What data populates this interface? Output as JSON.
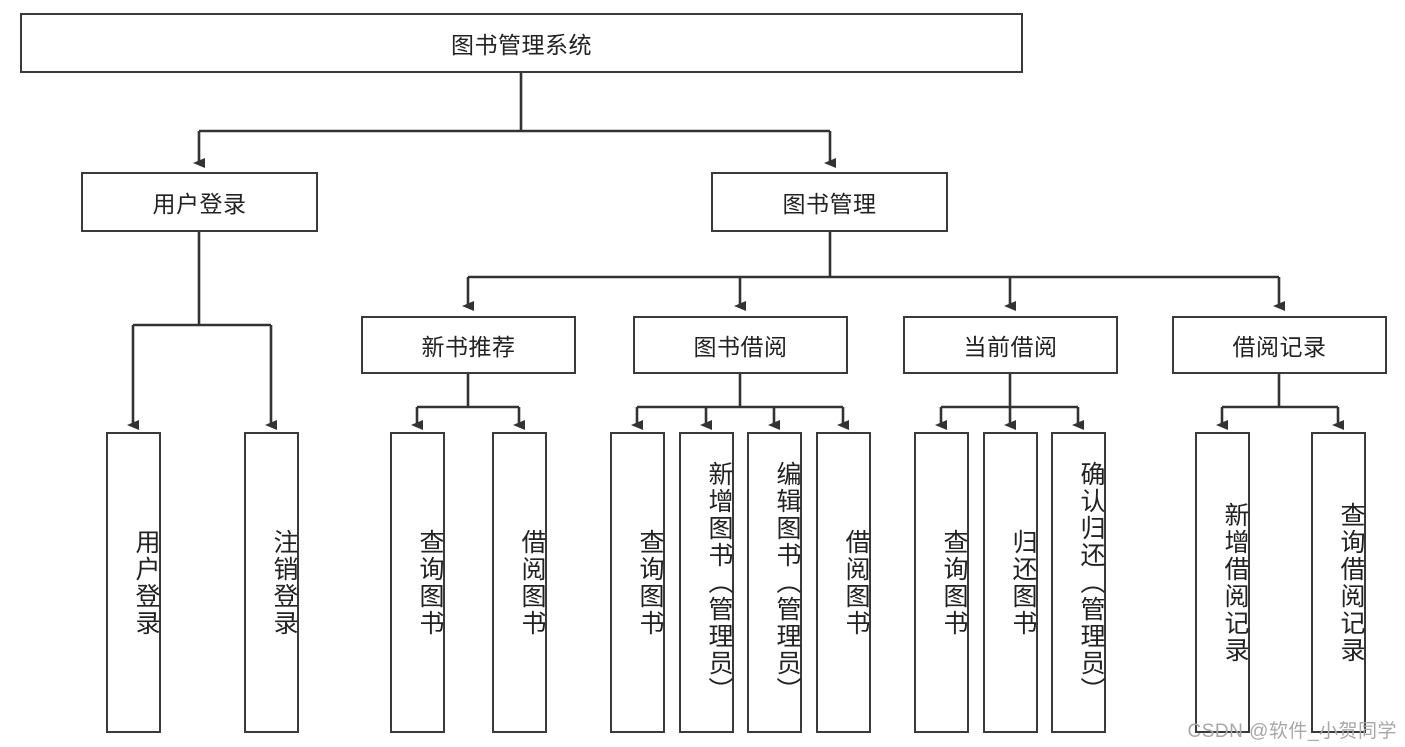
{
  "diagram": {
    "type": "hierarchy-tree",
    "title": "图书管理系统",
    "root": {
      "id": "root",
      "label": "图书管理系统"
    },
    "level2": [
      {
        "id": "user-login",
        "label": "用户登录"
      },
      {
        "id": "book-management",
        "label": "图书管理"
      }
    ],
    "level3": [
      {
        "id": "new-book-recommend",
        "label": "新书推荐"
      },
      {
        "id": "book-borrow",
        "label": "图书借阅"
      },
      {
        "id": "current-borrow",
        "label": "当前借阅"
      },
      {
        "id": "borrow-record",
        "label": "借阅记录"
      }
    ],
    "leaves": [
      {
        "id": "leaf-user-login",
        "label": "用户登录",
        "parent": "user-login"
      },
      {
        "id": "leaf-logout",
        "label": "注销登录",
        "parent": "user-login"
      },
      {
        "id": "leaf-query-book-1",
        "label": "查询图书",
        "parent": "new-book-recommend"
      },
      {
        "id": "leaf-borrow-book-1",
        "label": "借阅图书",
        "parent": "new-book-recommend"
      },
      {
        "id": "leaf-query-book-2",
        "label": "查询图书",
        "parent": "book-borrow"
      },
      {
        "id": "leaf-add-book",
        "label": "新增图书（管理员）",
        "parent": "book-borrow"
      },
      {
        "id": "leaf-edit-book",
        "label": "编辑图书（管理员）",
        "parent": "book-borrow"
      },
      {
        "id": "leaf-borrow-book-2",
        "label": "借阅图书",
        "parent": "book-borrow"
      },
      {
        "id": "leaf-query-book-3",
        "label": "查询图书",
        "parent": "current-borrow"
      },
      {
        "id": "leaf-return-book",
        "label": "归还图书",
        "parent": "current-borrow"
      },
      {
        "id": "leaf-confirm-return",
        "label": "确认归还（管理员）",
        "parent": "current-borrow"
      },
      {
        "id": "leaf-add-record",
        "label": "新增借阅记录",
        "parent": "borrow-record"
      },
      {
        "id": "leaf-query-record",
        "label": "查询借阅记录",
        "parent": "borrow-record"
      }
    ],
    "watermark": "CSDN @软件_小贺同学",
    "colors": {
      "border": "#3a3a3a",
      "text": "#222222",
      "background": "#ffffff",
      "connector": "#333333",
      "watermark": "#a8a8a8"
    }
  }
}
